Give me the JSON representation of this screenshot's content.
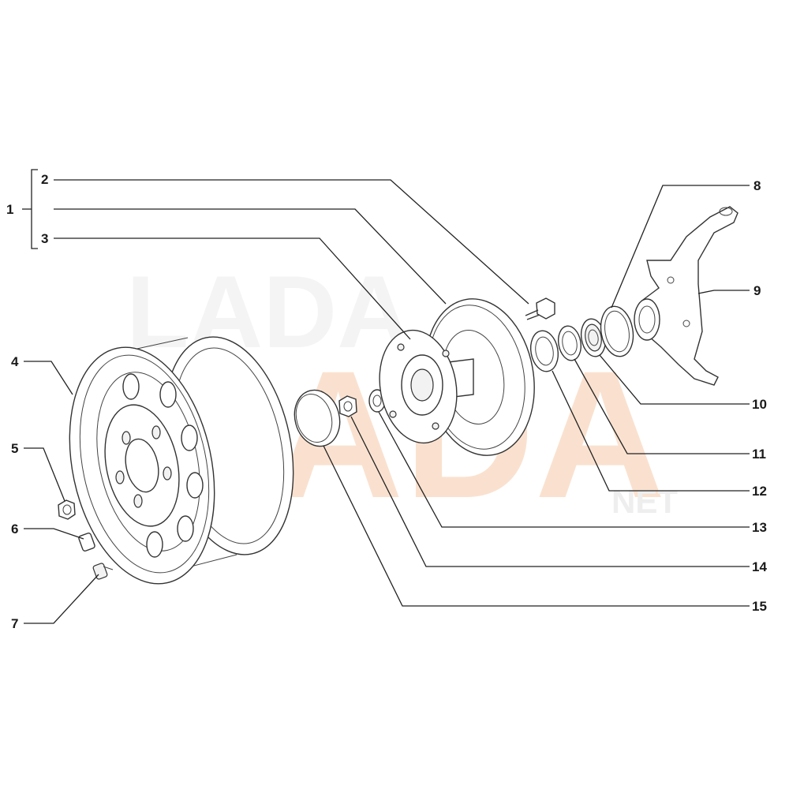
{
  "diagram": {
    "callouts": [
      {
        "id": "1",
        "label": "1"
      },
      {
        "id": "2",
        "label": "2"
      },
      {
        "id": "3",
        "label": "3"
      },
      {
        "id": "4",
        "label": "4"
      },
      {
        "id": "5",
        "label": "5"
      },
      {
        "id": "6",
        "label": "6"
      },
      {
        "id": "7",
        "label": "7"
      },
      {
        "id": "8",
        "label": "8"
      },
      {
        "id": "9",
        "label": "9"
      },
      {
        "id": "10",
        "label": "10"
      },
      {
        "id": "11",
        "label": "11"
      },
      {
        "id": "12",
        "label": "12"
      },
      {
        "id": "13",
        "label": "13"
      },
      {
        "id": "14",
        "label": "14"
      },
      {
        "id": "15",
        "label": "15"
      }
    ],
    "watermark": {
      "main": "LADA",
      "suffix": "NET",
      "color": "#f6c9a8",
      "ghost_color": "#eeeeee"
    },
    "colors": {
      "ink": "#222222"
    }
  }
}
